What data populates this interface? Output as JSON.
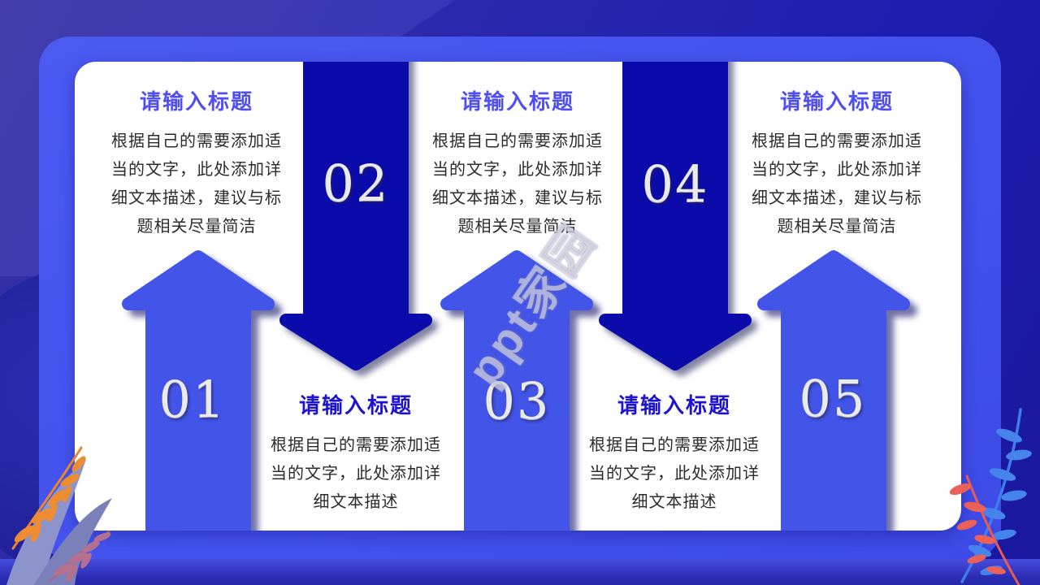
{
  "slide": {
    "watermark": "ppt家园"
  },
  "colors": {
    "background": "#2826ab",
    "frame": "#4454ee",
    "card": "#ffffff",
    "up_arrow": "#4355e8",
    "down_arrow": "#0b0bab",
    "top_title": "#4f4ef2",
    "bottom_title": "#1c12d2",
    "body_text": "#2b2b2b",
    "number_text": "#eaeaea"
  },
  "steps": [
    {
      "number": "01",
      "arrow": "up",
      "title": "请输入标题",
      "body_lines": [
        "根据自己的需要添加适",
        "当的文字，此处添加详",
        "细文本描述，建议与标",
        "题相关尽量简洁"
      ]
    },
    {
      "number": "02",
      "arrow": "down",
      "title": "请输入标题",
      "body_lines": [
        "根据自己的需要添加适",
        "当的文字，此处添加详",
        "细文本描述"
      ]
    },
    {
      "number": "03",
      "arrow": "up",
      "title": "请输入标题",
      "body_lines": [
        "根据自己的需要添加适",
        "当的文字，此处添加详",
        "细文本描述，建议与标",
        "题相关尽量简洁"
      ]
    },
    {
      "number": "04",
      "arrow": "down",
      "title": "请输入标题",
      "body_lines": [
        "根据自己的需要添加适",
        "当的文字，此处添加详",
        "细文本描述"
      ]
    },
    {
      "number": "05",
      "arrow": "up",
      "title": "请输入标题",
      "body_lines": [
        "根据自己的需要添加适",
        "当的文字，此处添加详",
        "细文本描述，建议与标",
        "题相关尽量简洁"
      ]
    }
  ]
}
